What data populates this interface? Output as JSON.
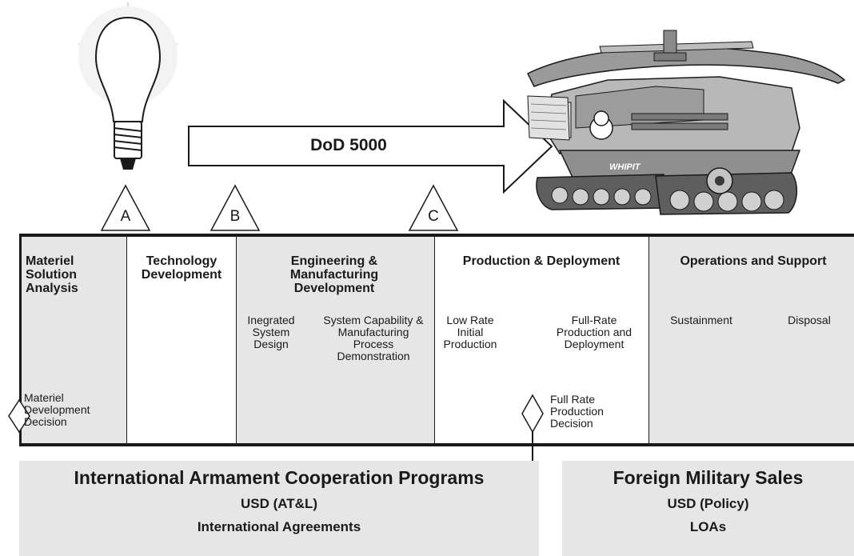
{
  "arrow": {
    "label": "DoD 5000"
  },
  "milestones": [
    {
      "id": "a",
      "label": "A"
    },
    {
      "id": "b",
      "label": "B"
    },
    {
      "id": "c",
      "label": "C"
    }
  ],
  "phases": [
    {
      "id": "msa",
      "title": "Materiel Solution Analysis"
    },
    {
      "id": "td",
      "title": "Technology Development"
    },
    {
      "id": "emd",
      "title": "Engineering & Manufacturing Development",
      "subphases": [
        "Inegrated System Design",
        "System Capability & Manufacturing Process Demonstration"
      ]
    },
    {
      "id": "pd",
      "title": "Production & Deployment",
      "subphases": [
        "Low Rate Initial Production",
        "Full-Rate Production and Deployment"
      ]
    },
    {
      "id": "os",
      "title": "Operations and Support",
      "subphases": [
        "Sustainment",
        "Disposal"
      ]
    }
  ],
  "decisions": [
    {
      "id": "mdd",
      "label": "Materiel Development Decision"
    },
    {
      "id": "frpd",
      "label": "Full Rate Production Decision"
    }
  ],
  "vehicle": {
    "label": "WHIPIT"
  },
  "bottom": {
    "left": {
      "title": "International Armament Cooperation Programs",
      "line1": "USD (AT&L)",
      "line2": "International Agreements"
    },
    "right": {
      "title": "Foreign Military Sales",
      "line1": "USD (Policy)",
      "line2": "LOAs"
    }
  },
  "colors": {
    "band_grey": "#e6e6e6",
    "ink": "#1a1a1a"
  }
}
